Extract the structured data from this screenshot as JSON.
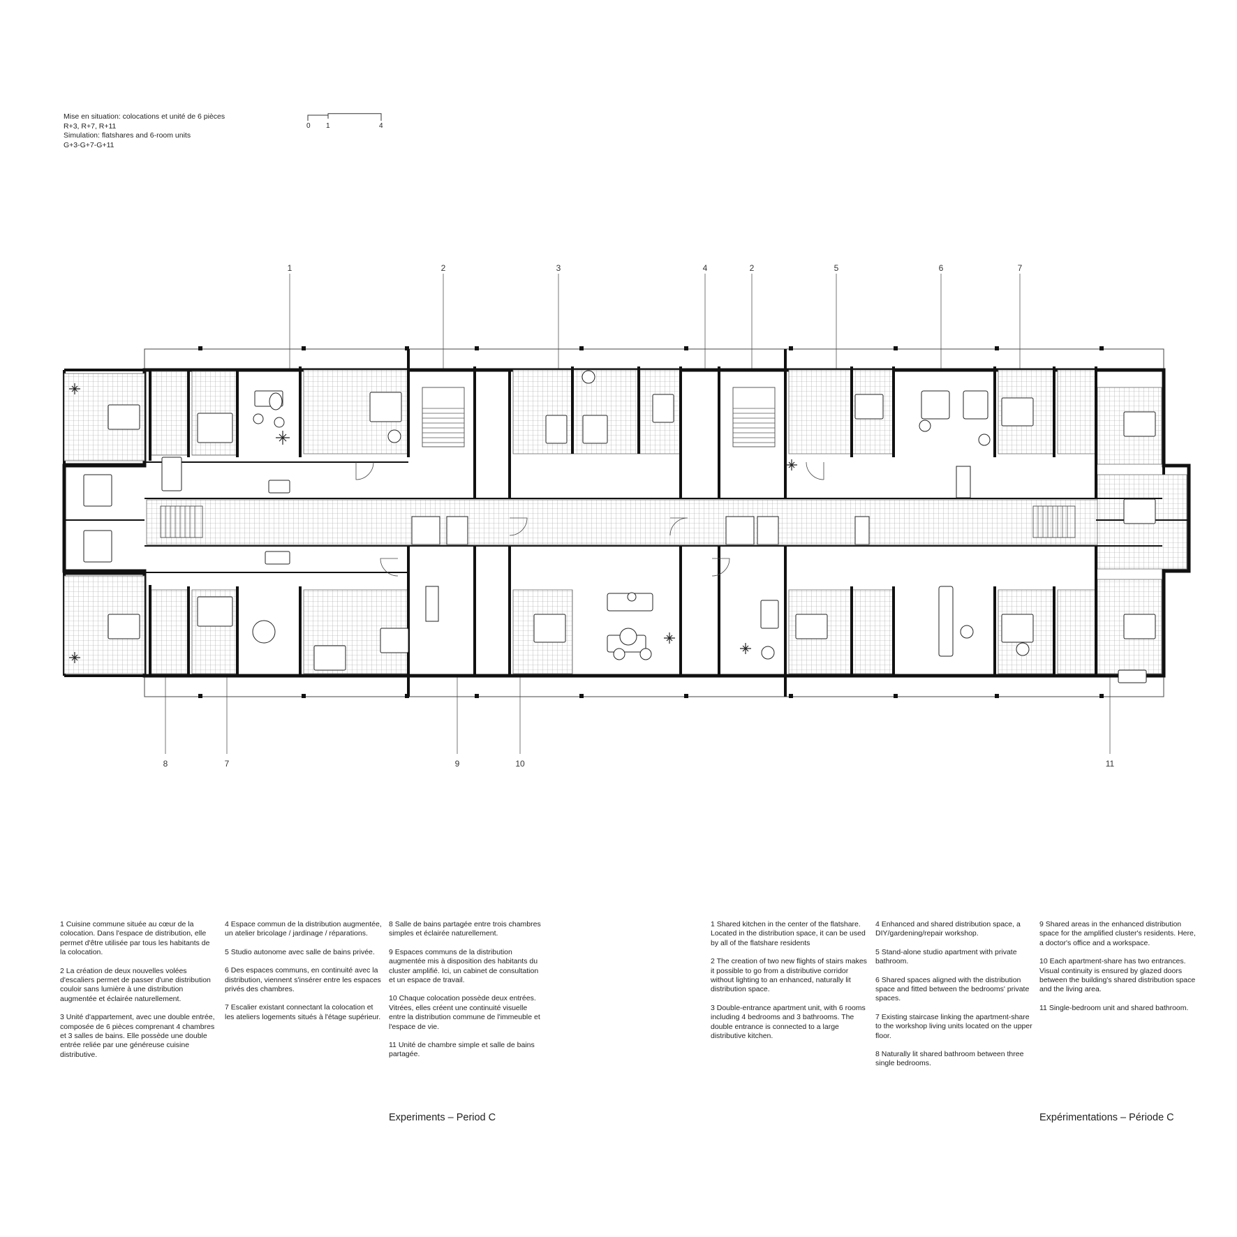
{
  "caption": {
    "line1": "Mise en situation: colocations et unité de 6 pièces",
    "line2": "R+3, R+7, R+11",
    "line3": "Simulation: flatshares and 6-room units",
    "line4": "G+3-G+7-G+11"
  },
  "scale_bar": {
    "label_0": "0",
    "label_1": "1",
    "label_4": "4"
  },
  "callouts_top": [
    "1",
    "2",
    "3",
    "4",
    "2",
    "5",
    "6",
    "7"
  ],
  "callouts_bottom": [
    "8",
    "7",
    "9",
    "10",
    "11"
  ],
  "notes_fr": [
    "1 Cuisine commune située au cœur de la colocation. Dans l'espace de distribution, elle permet d'être utilisée par tous les habitants de la colocation.",
    "2 La création de deux nouvelles volées d'escaliers permet de passer d'une distribution couloir sans lumière à une distribution augmentée et éclairée naturellement.",
    "3 Unité d'appartement, avec une double entrée, composée de 6 pièces comprenant 4 chambres et 3 salles de bains. Elle possède une double entrée reliée par une généreuse cuisine distributive.",
    "4 Espace commun de la distribution augmentée, un atelier bricolage / jardinage / réparations.",
    "5 Studio autonome avec salle de bains privée.",
    "6 Des espaces communs, en continuité avec la distribution, viennent s'insérer entre les espaces privés des chambres.",
    "7 Escalier existant connectant la colocation et les ateliers logements situés à l'étage supérieur.",
    "8 Salle de bains partagée entre trois chambres simples et éclairée naturellement.",
    "9 Espaces communs de la distribution augmentée mis à disposition des habitants du cluster amplifié. Ici, un cabinet de consultation et un espace de travail.",
    "10 Chaque colocation possède deux entrées. Vitrées, elles créent une continuité visuelle entre la distribution commune de l'immeuble et l'espace de vie.",
    "11 Unité de chambre simple et salle de bains partagée."
  ],
  "notes_en": [
    "1 Shared kitchen in the center of the flatshare. Located in the distribution space, it can be used by all of the flatshare residents",
    "2 The creation of two new flights of stairs makes it possible to go from a distributive corridor without lighting to an enhanced, naturally lit distribution space.",
    "3 Double-entrance apartment unit, with 6 rooms including 4 bedrooms and 3 bathrooms. The double entrance is connected to a large distributive kitchen.",
    "4 Enhanced and shared distribution space, a DIY/gardening/repair workshop.",
    "5 Stand-alone studio apartment with private bathroom.",
    "6 Shared spaces aligned with the distribution space and fitted between the bedrooms' private spaces.",
    "7 Existing staircase linking the apartment-share to the workshop living units located on the upper floor.",
    "8 Naturally lit shared bathroom between three single bedrooms.",
    "9 Shared areas in the enhanced distribution space for the amplified cluster's residents. Here, a doctor's office and a workspace.",
    "10 Each apartment-share has two entrances. Visual continuity is ensured by glazed doors between the building's shared distribution space and the living area.",
    "11 Single-bedroom unit and shared bathroom."
  ],
  "footer": {
    "left": "Experiments – Period C",
    "right": "Expérimentations – Période C"
  }
}
